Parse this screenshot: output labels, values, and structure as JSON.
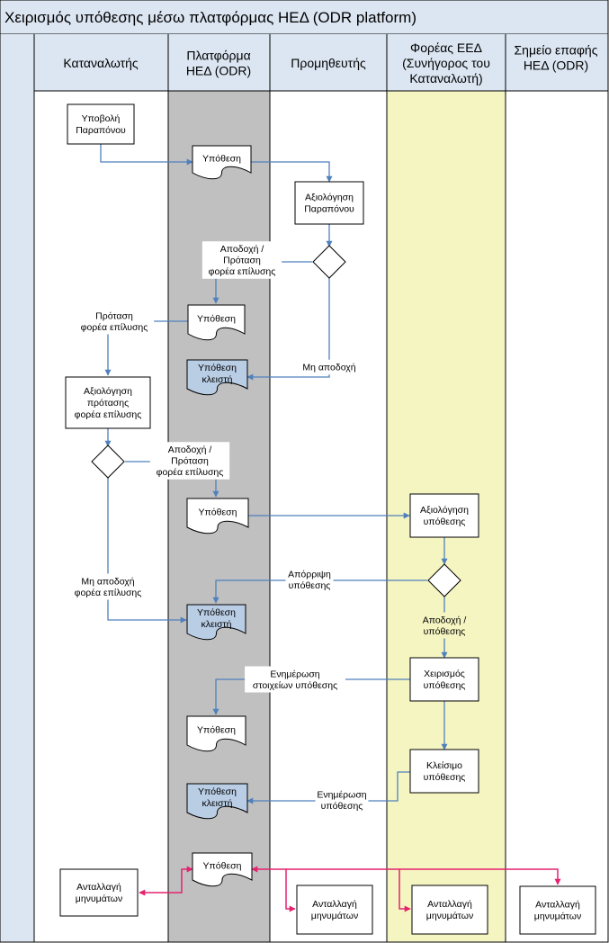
{
  "title": "Χειρισμός υπόθεσης μέσω πλατφόρμας ΗΕΔ (ODR platform)",
  "lanes": [
    [
      "Καταναλωτής"
    ],
    [
      "Πλατφόρμα",
      "ΗΕΔ (ODR)"
    ],
    [
      "Προμηθευτής"
    ],
    [
      "Φορέας ΕΕΔ",
      "(Συνήγορος του",
      "Καταναλωτή)"
    ],
    [
      "Σημείο επαφής",
      "ΗΕΔ (ODR)"
    ]
  ],
  "colors": {
    "line": "#4f81bd",
    "message_line": "#e4236f",
    "platform_lane": "#c0c0c0",
    "ade_lane": "#f5f5c2",
    "header_fill": "#dce6f2",
    "closed_doc": "#b9cde5"
  },
  "nodes": {
    "submit": [
      "Υποβολή",
      "Παραπόνου"
    ],
    "case1": [
      "Υπόθεση"
    ],
    "evaluate_complaint": [
      "Αξιολόγηση",
      "Παραπόνου"
    ],
    "case2": [
      "Υπόθεση"
    ],
    "case_closed1": [
      "Υπόθεση",
      "κλειστή"
    ],
    "evaluate_proposal": [
      "Αξιολόγηση",
      "πρότασης",
      "φορέα επίλυσης"
    ],
    "case3": [
      "Υπόθεση"
    ],
    "evaluate_case": [
      "Αξιολόγηση",
      "υπόθεσης"
    ],
    "case_closed2": [
      "Υπόθεση",
      "κλειστή"
    ],
    "handle_case": [
      "Χειρισμός",
      "υπόθεσης"
    ],
    "case4": [
      "Υπόθεση"
    ],
    "close_case": [
      "Κλείσιμο",
      "υπόθεσης"
    ],
    "case_closed3": [
      "Υπόθεση",
      "κλειστή"
    ],
    "case5": [
      "Υπόθεση"
    ],
    "msg_consumer": [
      "Ανταλλαγή",
      "μηνυμάτων"
    ],
    "msg_supplier": [
      "Ανταλλαγή",
      "μηνυμάτων"
    ],
    "msg_ade": [
      "Ανταλλαγή",
      "μηνυμάτων"
    ],
    "msg_contact": [
      "Ανταλλαγή",
      "μηνυμάτων"
    ]
  },
  "edge_labels": {
    "accept_proposal_supplier": [
      "Αποδοχή /",
      "Πρόταση",
      "φορέα επίλυσης"
    ],
    "proposal_to_consumer": [
      "Πρόταση",
      "φορέα επίλυσης"
    ],
    "not_accepted_supplier": [
      "Μη αποδοχή"
    ],
    "accept_proposal_consumer": [
      "Αποδοχή /",
      "Πρόταση",
      "φορέα επίλυσης"
    ],
    "not_accepted_consumer": [
      "Μη αποδοχή",
      "φορέα επίλυσης"
    ],
    "rejection": [
      "Απόρριψη",
      "υπόθεσης"
    ],
    "acceptance": [
      "Αποδοχή /",
      "υπόθεσης"
    ],
    "update_case_data": [
      "Ενημέρωση",
      "στοιχείων υπόθεσης"
    ],
    "update_case": [
      "Ενημέρωση",
      "υπόθεσης"
    ]
  }
}
